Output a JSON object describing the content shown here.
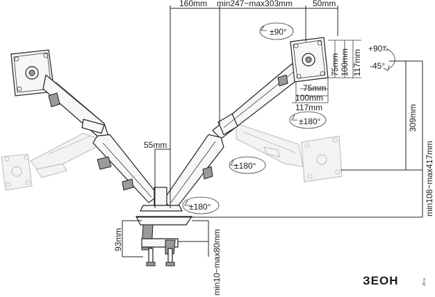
{
  "dimensions": {
    "top_spacing": "160mm",
    "top_extension": "min247~max303mm",
    "top_offset": "50mm",
    "vesa_75_h": "75mm",
    "vesa_100_h": "100mm",
    "vesa_117_h": "117mm",
    "vesa_75_w": "75mm",
    "vesa_100_w": "100mm",
    "vesa_117_w": "117mm",
    "arm_gap": "55mm",
    "base_height": "93mm",
    "desk_thickness": "min10~max80mm",
    "right_height_inner": "309mm",
    "right_height_outer": "min108~max417mm"
  },
  "rotations": {
    "tilt_up": "+90°",
    "tilt_down": "-45°",
    "top_rotate": "±90°",
    "swivel_head": "±180°",
    "swivel_arm": "±180°",
    "swivel_base": "±180°"
  },
  "brand": {
    "logo_text": "ЗЕОН",
    "logo_domain": "24.ru"
  }
}
